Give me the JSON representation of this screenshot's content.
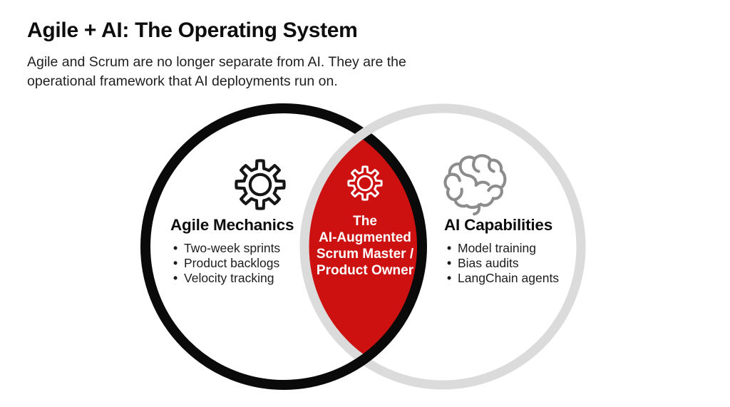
{
  "header": {
    "title": "Agile + AI: The Operating System",
    "subtitle_lines": [
      "Agile and Scrum are no longer separate from AI. They are the",
      "operational framework that AI deployments run on."
    ]
  },
  "venn": {
    "left": {
      "icon": "gear-icon",
      "title": "Agile Mechanics",
      "items": [
        "Two-week sprints",
        "Product backlogs",
        "Velocity tracking"
      ]
    },
    "intersection": {
      "icon": "gear-icon",
      "title_lines": [
        "The",
        "AI-Augmented",
        "Scrum Master /",
        "Product Owner"
      ]
    },
    "right": {
      "icon": "brain-icon",
      "title": "AI Capabilities",
      "items": [
        "Model training",
        "Bias audits",
        "LangChain agents"
      ]
    },
    "colors": {
      "left_ring": "#0a0a0a",
      "right_ring": "#dbdbdb",
      "intersection_fill": "#cd1111",
      "intersection_text": "#ffffff",
      "brain_stroke": "#8c8c8c"
    }
  }
}
